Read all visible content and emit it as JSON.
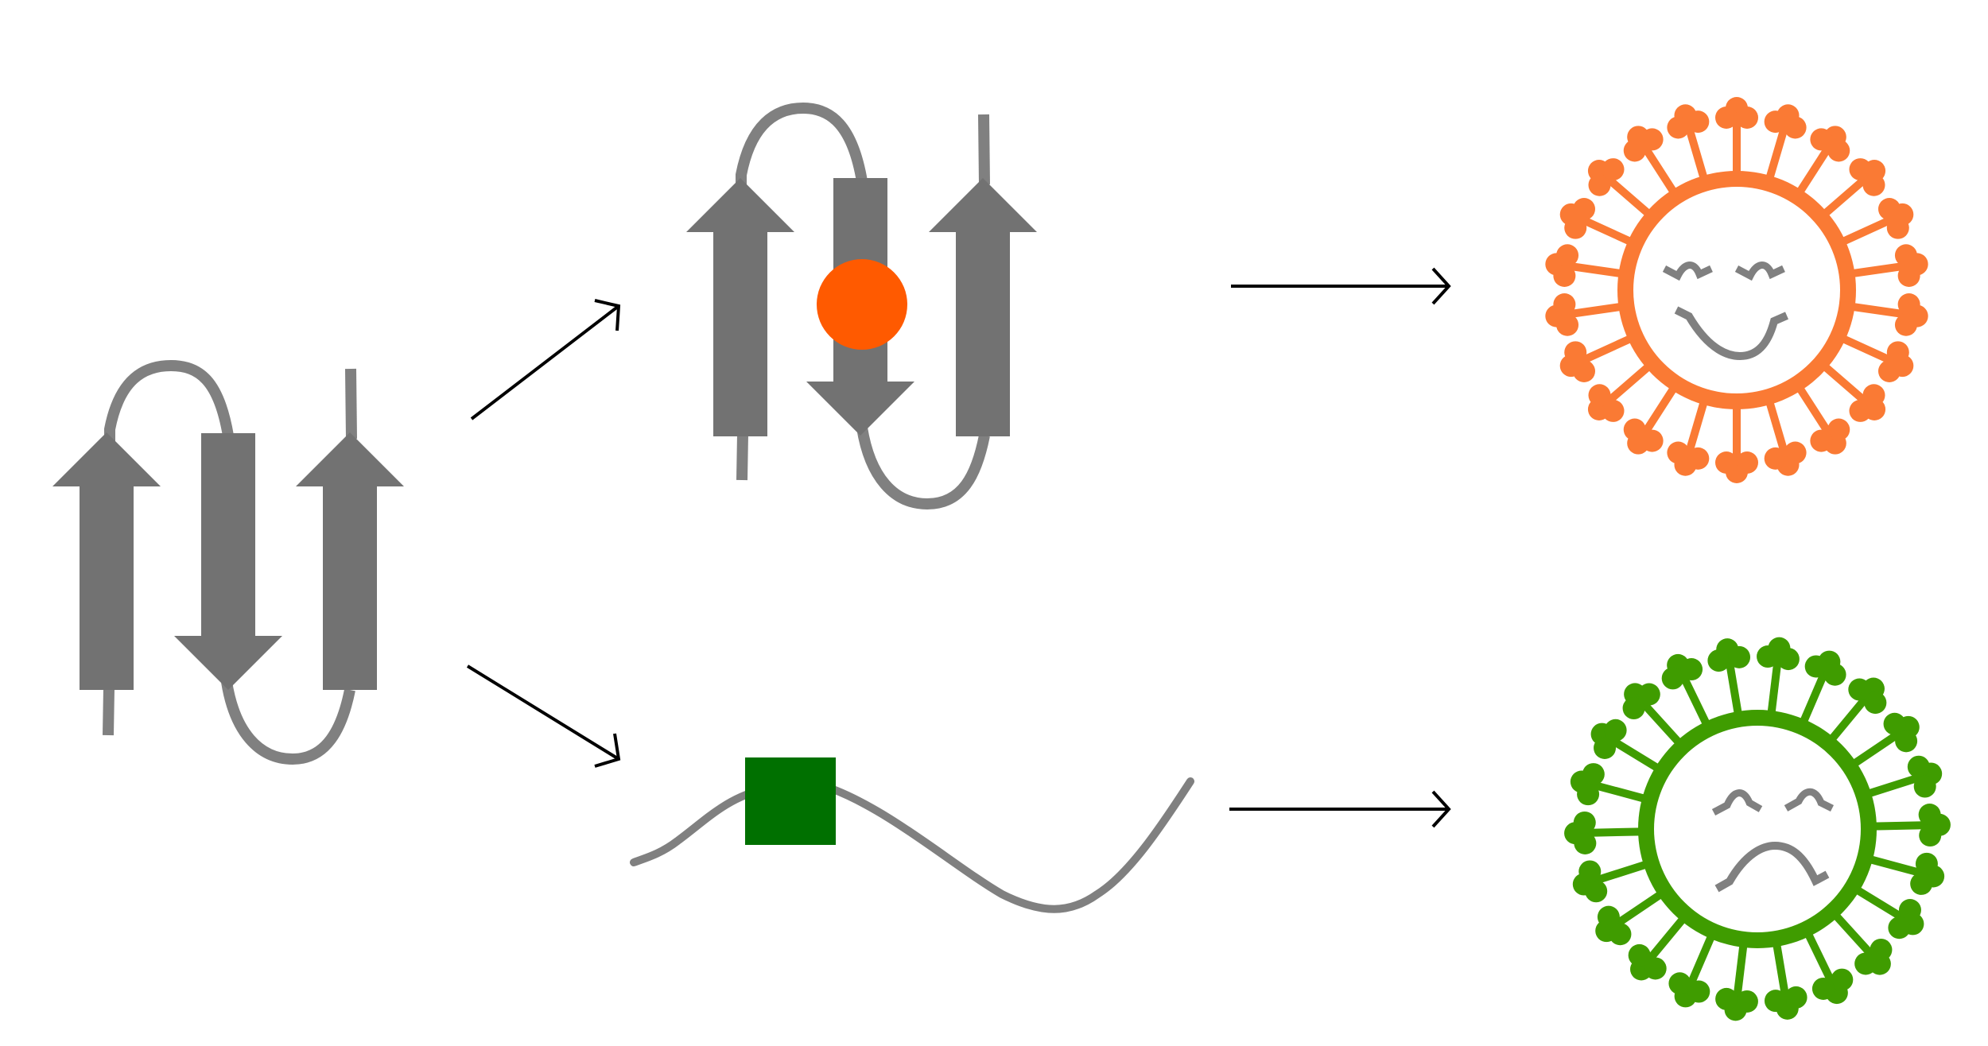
{
  "colors": {
    "background": "#ffffff",
    "strand_gray": "#727272",
    "loop_gray": "#808080",
    "arrow_black": "#000000",
    "ligand_orange": "#ff5a00",
    "ligand_green": "#007000",
    "virus_orange": "#fa7a34",
    "virus_green": "#3f9c00"
  },
  "diagram": {
    "stages": [
      {
        "name": "native-beta-sheet",
        "shape": "three antiparallel beta-strand arrows joined by loops"
      },
      {
        "name": "ligand-bound-beta-sheet",
        "shape": "beta-sheet with orange circular ligand"
      },
      {
        "name": "unfolded-chain",
        "shape": "wavy unfolded chain with green square ligand"
      }
    ],
    "outcomes": [
      {
        "name": "happy-virus",
        "color": "orange",
        "face": "happy"
      },
      {
        "name": "sad-virus",
        "color": "green",
        "face": "sad"
      }
    ],
    "arrows": [
      "native-to-bound",
      "native-to-unfolded",
      "bound-to-happy",
      "unfolded-to-sad"
    ]
  }
}
